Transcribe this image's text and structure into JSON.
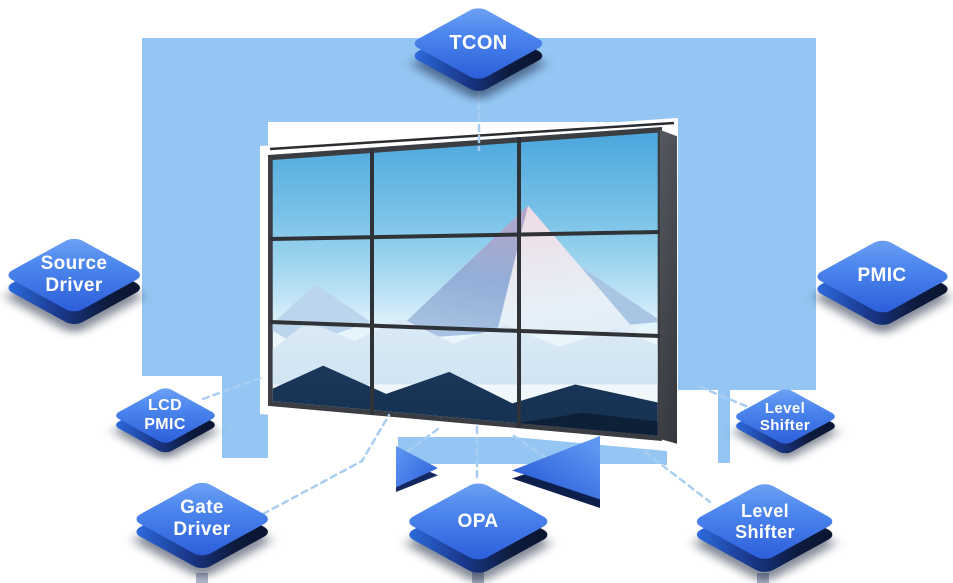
{
  "colors": {
    "frame_blue": "#95C6F3",
    "chip_blue_light": "#5E97F2",
    "chip_blue_dark": "#2B5CD9",
    "chip_edge_navy": "#0D1B3E",
    "connector_dash": "#A9CEF2",
    "bezel_gray": "#3A3D42"
  },
  "display": {
    "description": "3x3 LCD video wall showing a sunlit snow mountain landscape"
  },
  "chips": [
    {
      "id": "tcon",
      "label": "TCON"
    },
    {
      "id": "source-driver",
      "label": "Source\nDriver"
    },
    {
      "id": "pmic",
      "label": "PMIC"
    },
    {
      "id": "lcd-pmic",
      "label": "LCD\nPMIC"
    },
    {
      "id": "level-shifter-right",
      "label": "Level\nShifter"
    },
    {
      "id": "gate-driver",
      "label": "Gate\nDriver"
    },
    {
      "id": "opa",
      "label": "OPA"
    },
    {
      "id": "level-shifter-bottom",
      "label": "Level\nShifter"
    }
  ]
}
